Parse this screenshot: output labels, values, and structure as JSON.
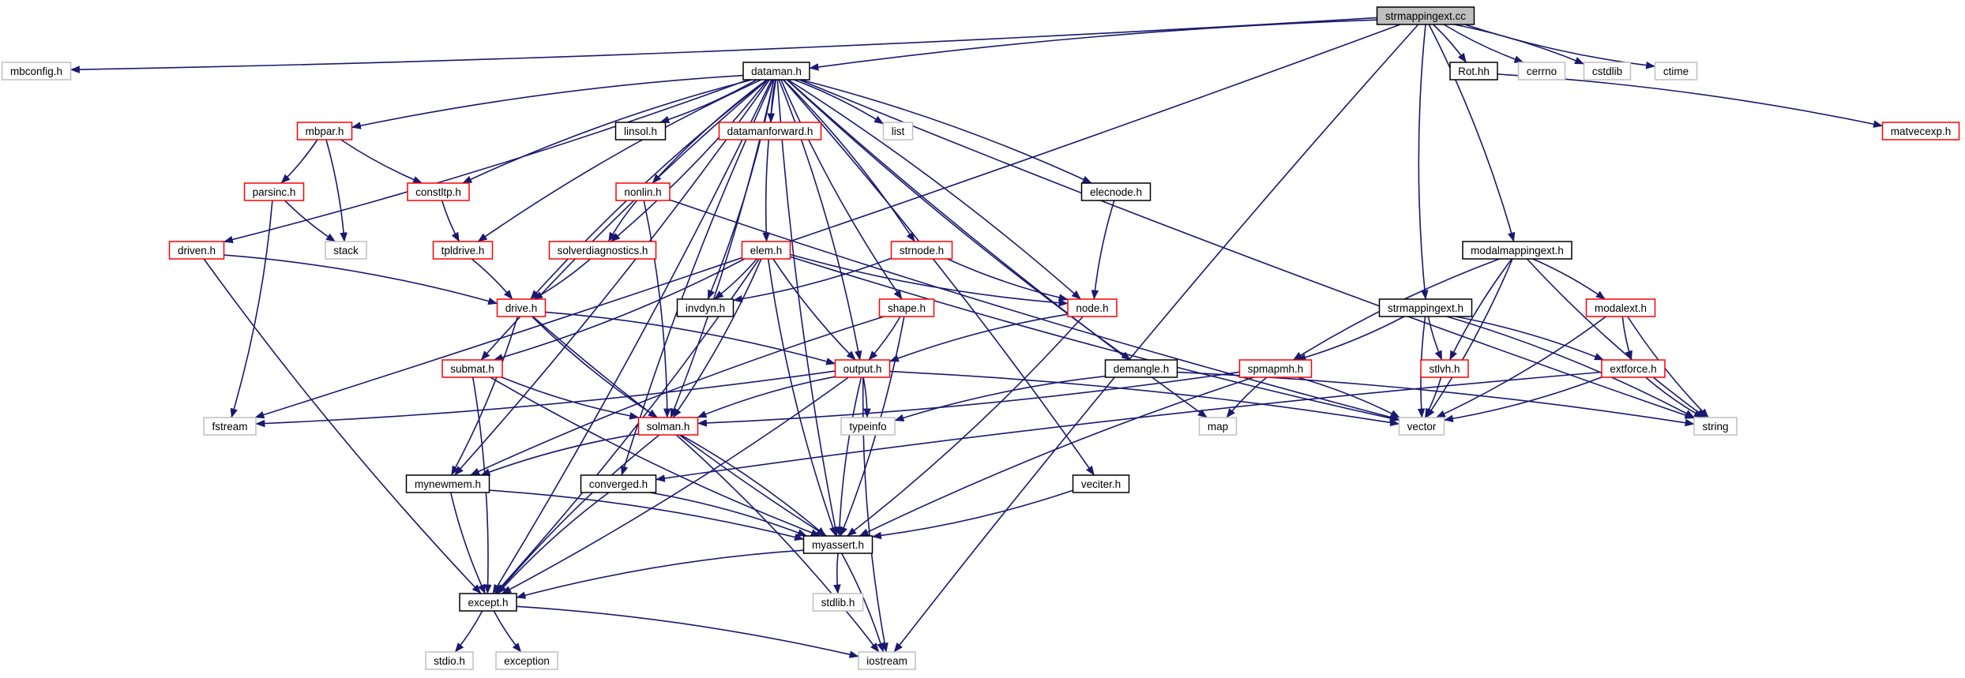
{
  "diagram": {
    "nodes": [
      {
        "id": "strmappingext_cc",
        "label": "strmappingext.cc",
        "style": "root"
      },
      {
        "id": "mbconfig_h",
        "label": "mbconfig.h",
        "style": "gray"
      },
      {
        "id": "dataman_h",
        "label": "dataman.h",
        "style": "black"
      },
      {
        "id": "rot_hh",
        "label": "Rot.hh",
        "style": "black"
      },
      {
        "id": "cerrno",
        "label": "cerrno",
        "style": "gray"
      },
      {
        "id": "cstdlib",
        "label": "cstdlib",
        "style": "gray"
      },
      {
        "id": "ctime",
        "label": "ctime",
        "style": "gray"
      },
      {
        "id": "matvecexp_h",
        "label": "matvecexp.h",
        "style": "red"
      },
      {
        "id": "mbpar_h",
        "label": "mbpar.h",
        "style": "red"
      },
      {
        "id": "linsol_h",
        "label": "linsol.h",
        "style": "black"
      },
      {
        "id": "datamanforward_h",
        "label": "datamanforward.h",
        "style": "red"
      },
      {
        "id": "list",
        "label": "list",
        "style": "gray"
      },
      {
        "id": "nonlin_h",
        "label": "nonlin.h",
        "style": "red"
      },
      {
        "id": "elecnode_h",
        "label": "elecnode.h",
        "style": "black"
      },
      {
        "id": "parsinc_h",
        "label": "parsinc.h",
        "style": "red"
      },
      {
        "id": "constltp_h",
        "label": "constltp.h",
        "style": "red"
      },
      {
        "id": "driven_h",
        "label": "driven.h",
        "style": "red"
      },
      {
        "id": "stack",
        "label": "stack",
        "style": "gray"
      },
      {
        "id": "tpldrive_h",
        "label": "tpldrive.h",
        "style": "red"
      },
      {
        "id": "solverdiagnostics_h",
        "label": "solverdiagnostics.h",
        "style": "red"
      },
      {
        "id": "elem_h",
        "label": "elem.h",
        "style": "red"
      },
      {
        "id": "strnode_h",
        "label": "strnode.h",
        "style": "red"
      },
      {
        "id": "modalmappingext_h",
        "label": "modalmappingext.h",
        "style": "black"
      },
      {
        "id": "drive_h",
        "label": "drive.h",
        "style": "red"
      },
      {
        "id": "invdyn_h",
        "label": "invdyn.h",
        "style": "black"
      },
      {
        "id": "shape_h",
        "label": "shape.h",
        "style": "red"
      },
      {
        "id": "node_h",
        "label": "node.h",
        "style": "red"
      },
      {
        "id": "strmappingext_h",
        "label": "strmappingext.h",
        "style": "black"
      },
      {
        "id": "modalext_h",
        "label": "modalext.h",
        "style": "red"
      },
      {
        "id": "submat_h",
        "label": "submat.h",
        "style": "red"
      },
      {
        "id": "output_h",
        "label": "output.h",
        "style": "red"
      },
      {
        "id": "demangle_h",
        "label": "demangle.h",
        "style": "black"
      },
      {
        "id": "spmapmh_h",
        "label": "spmapmh.h",
        "style": "red"
      },
      {
        "id": "stlvh_h",
        "label": "stlvh.h",
        "style": "red"
      },
      {
        "id": "extforce_h",
        "label": "extforce.h",
        "style": "red"
      },
      {
        "id": "fstream",
        "label": "fstream",
        "style": "gray"
      },
      {
        "id": "solman_h",
        "label": "solman.h",
        "style": "red"
      },
      {
        "id": "typeinfo",
        "label": "typeinfo",
        "style": "gray"
      },
      {
        "id": "map",
        "label": "map",
        "style": "gray"
      },
      {
        "id": "vector",
        "label": "vector",
        "style": "gray"
      },
      {
        "id": "string",
        "label": "string",
        "style": "gray"
      },
      {
        "id": "mynewmem_h",
        "label": "mynewmem.h",
        "style": "black"
      },
      {
        "id": "converged_h",
        "label": "converged.h",
        "style": "black"
      },
      {
        "id": "veciter_h",
        "label": "veciter.h",
        "style": "black"
      },
      {
        "id": "myassert_h",
        "label": "myassert.h",
        "style": "black"
      },
      {
        "id": "stdlib_h",
        "label": "stdlib.h",
        "style": "gray"
      },
      {
        "id": "except_h",
        "label": "except.h",
        "style": "black"
      },
      {
        "id": "stdio_h",
        "label": "stdio.h",
        "style": "gray"
      },
      {
        "id": "exception",
        "label": "exception",
        "style": "gray"
      },
      {
        "id": "iostream",
        "label": "iostream",
        "style": "gray"
      }
    ],
    "edges": [
      [
        "strmappingext_cc",
        "mbconfig_h"
      ],
      [
        "strmappingext_cc",
        "dataman_h"
      ],
      [
        "strmappingext_cc",
        "rot_hh"
      ],
      [
        "strmappingext_cc",
        "cerrno"
      ],
      [
        "strmappingext_cc",
        "cstdlib"
      ],
      [
        "strmappingext_cc",
        "ctime"
      ],
      [
        "strmappingext_cc",
        "modalmappingext_h"
      ],
      [
        "strmappingext_cc",
        "strmappingext_h"
      ],
      [
        "strmappingext_cc",
        "fstream"
      ],
      [
        "strmappingext_cc",
        "iostream"
      ],
      [
        "rot_hh",
        "matvecexp_h"
      ],
      [
        "dataman_h",
        "mbpar_h"
      ],
      [
        "dataman_h",
        "linsol_h"
      ],
      [
        "dataman_h",
        "datamanforward_h"
      ],
      [
        "dataman_h",
        "list"
      ],
      [
        "dataman_h",
        "nonlin_h"
      ],
      [
        "dataman_h",
        "elecnode_h"
      ],
      [
        "dataman_h",
        "constltp_h"
      ],
      [
        "dataman_h",
        "driven_h"
      ],
      [
        "dataman_h",
        "tpldrive_h"
      ],
      [
        "dataman_h",
        "solverdiagnostics_h"
      ],
      [
        "dataman_h",
        "elem_h"
      ],
      [
        "dataman_h",
        "strnode_h"
      ],
      [
        "dataman_h",
        "drive_h"
      ],
      [
        "dataman_h",
        "invdyn_h"
      ],
      [
        "dataman_h",
        "shape_h"
      ],
      [
        "dataman_h",
        "node_h"
      ],
      [
        "dataman_h",
        "submat_h"
      ],
      [
        "dataman_h",
        "output_h"
      ],
      [
        "dataman_h",
        "demangle_h"
      ],
      [
        "dataman_h",
        "solman_h"
      ],
      [
        "dataman_h",
        "map"
      ],
      [
        "dataman_h",
        "mynewmem_h"
      ],
      [
        "dataman_h",
        "converged_h"
      ],
      [
        "dataman_h",
        "veciter_h"
      ],
      [
        "dataman_h",
        "myassert_h"
      ],
      [
        "dataman_h",
        "except_h"
      ],
      [
        "dataman_h",
        "string"
      ],
      [
        "mbpar_h",
        "parsinc_h"
      ],
      [
        "mbpar_h",
        "constltp_h"
      ],
      [
        "mbpar_h",
        "stack"
      ],
      [
        "parsinc_h",
        "stack"
      ],
      [
        "parsinc_h",
        "fstream"
      ],
      [
        "constltp_h",
        "tpldrive_h"
      ],
      [
        "tpldrive_h",
        "drive_h"
      ],
      [
        "nonlin_h",
        "solverdiagnostics_h"
      ],
      [
        "nonlin_h",
        "solman_h"
      ],
      [
        "nonlin_h",
        "vector"
      ],
      [
        "solverdiagnostics_h",
        "drive_h"
      ],
      [
        "elecnode_h",
        "node_h"
      ],
      [
        "driven_h",
        "drive_h"
      ],
      [
        "driven_h",
        "except_h"
      ],
      [
        "elem_h",
        "invdyn_h"
      ],
      [
        "elem_h",
        "node_h"
      ],
      [
        "elem_h",
        "submat_h"
      ],
      [
        "elem_h",
        "output_h"
      ],
      [
        "elem_h",
        "solman_h"
      ],
      [
        "elem_h",
        "myassert_h"
      ],
      [
        "elem_h",
        "except_h"
      ],
      [
        "elem_h",
        "vector"
      ],
      [
        "strnode_h",
        "invdyn_h"
      ],
      [
        "strnode_h",
        "node_h"
      ],
      [
        "drive_h",
        "output_h"
      ],
      [
        "drive_h",
        "solman_h"
      ],
      [
        "drive_h",
        "mynewmem_h"
      ],
      [
        "drive_h",
        "myassert_h"
      ],
      [
        "shape_h",
        "output_h"
      ],
      [
        "shape_h",
        "mynewmem_h"
      ],
      [
        "shape_h",
        "myassert_h"
      ],
      [
        "node_h",
        "output_h"
      ],
      [
        "node_h",
        "myassert_h"
      ],
      [
        "submat_h",
        "solman_h"
      ],
      [
        "submat_h",
        "except_h"
      ],
      [
        "submat_h",
        "myassert_h"
      ],
      [
        "output_h",
        "fstream"
      ],
      [
        "output_h",
        "solman_h"
      ],
      [
        "output_h",
        "typeinfo"
      ],
      [
        "output_h",
        "myassert_h"
      ],
      [
        "output_h",
        "except_h"
      ],
      [
        "output_h",
        "iostream"
      ],
      [
        "output_h",
        "vector"
      ],
      [
        "demangle_h",
        "typeinfo"
      ],
      [
        "demangle_h",
        "string"
      ],
      [
        "solman_h",
        "mynewmem_h"
      ],
      [
        "solman_h",
        "myassert_h"
      ],
      [
        "solman_h",
        "except_h"
      ],
      [
        "solman_h",
        "iostream"
      ],
      [
        "modalmappingext_h",
        "spmapmh_h"
      ],
      [
        "modalmappingext_h",
        "modalext_h"
      ],
      [
        "modalmappingext_h",
        "stlvh_h"
      ],
      [
        "modalmappingext_h",
        "vector"
      ],
      [
        "modalmappingext_h",
        "string"
      ],
      [
        "strmappingext_h",
        "spmapmh_h"
      ],
      [
        "strmappingext_h",
        "stlvh_h"
      ],
      [
        "strmappingext_h",
        "extforce_h"
      ],
      [
        "strmappingext_h",
        "vector"
      ],
      [
        "strmappingext_h",
        "string"
      ],
      [
        "modalext_h",
        "extforce_h"
      ],
      [
        "modalext_h",
        "vector"
      ],
      [
        "modalext_h",
        "string"
      ],
      [
        "spmapmh_h",
        "solman_h"
      ],
      [
        "spmapmh_h",
        "map"
      ],
      [
        "spmapmh_h",
        "vector"
      ],
      [
        "spmapmh_h",
        "myassert_h"
      ],
      [
        "stlvh_h",
        "vector"
      ],
      [
        "extforce_h",
        "converged_h"
      ],
      [
        "extforce_h",
        "vector"
      ],
      [
        "extforce_h",
        "string"
      ],
      [
        "mynewmem_h",
        "myassert_h"
      ],
      [
        "mynewmem_h",
        "except_h"
      ],
      [
        "converged_h",
        "myassert_h"
      ],
      [
        "converged_h",
        "except_h"
      ],
      [
        "veciter_h",
        "myassert_h"
      ],
      [
        "myassert_h",
        "stdlib_h"
      ],
      [
        "myassert_h",
        "iostream"
      ],
      [
        "myassert_h",
        "except_h"
      ],
      [
        "except_h",
        "stdio_h"
      ],
      [
        "except_h",
        "exception"
      ],
      [
        "except_h",
        "iostream"
      ]
    ]
  }
}
